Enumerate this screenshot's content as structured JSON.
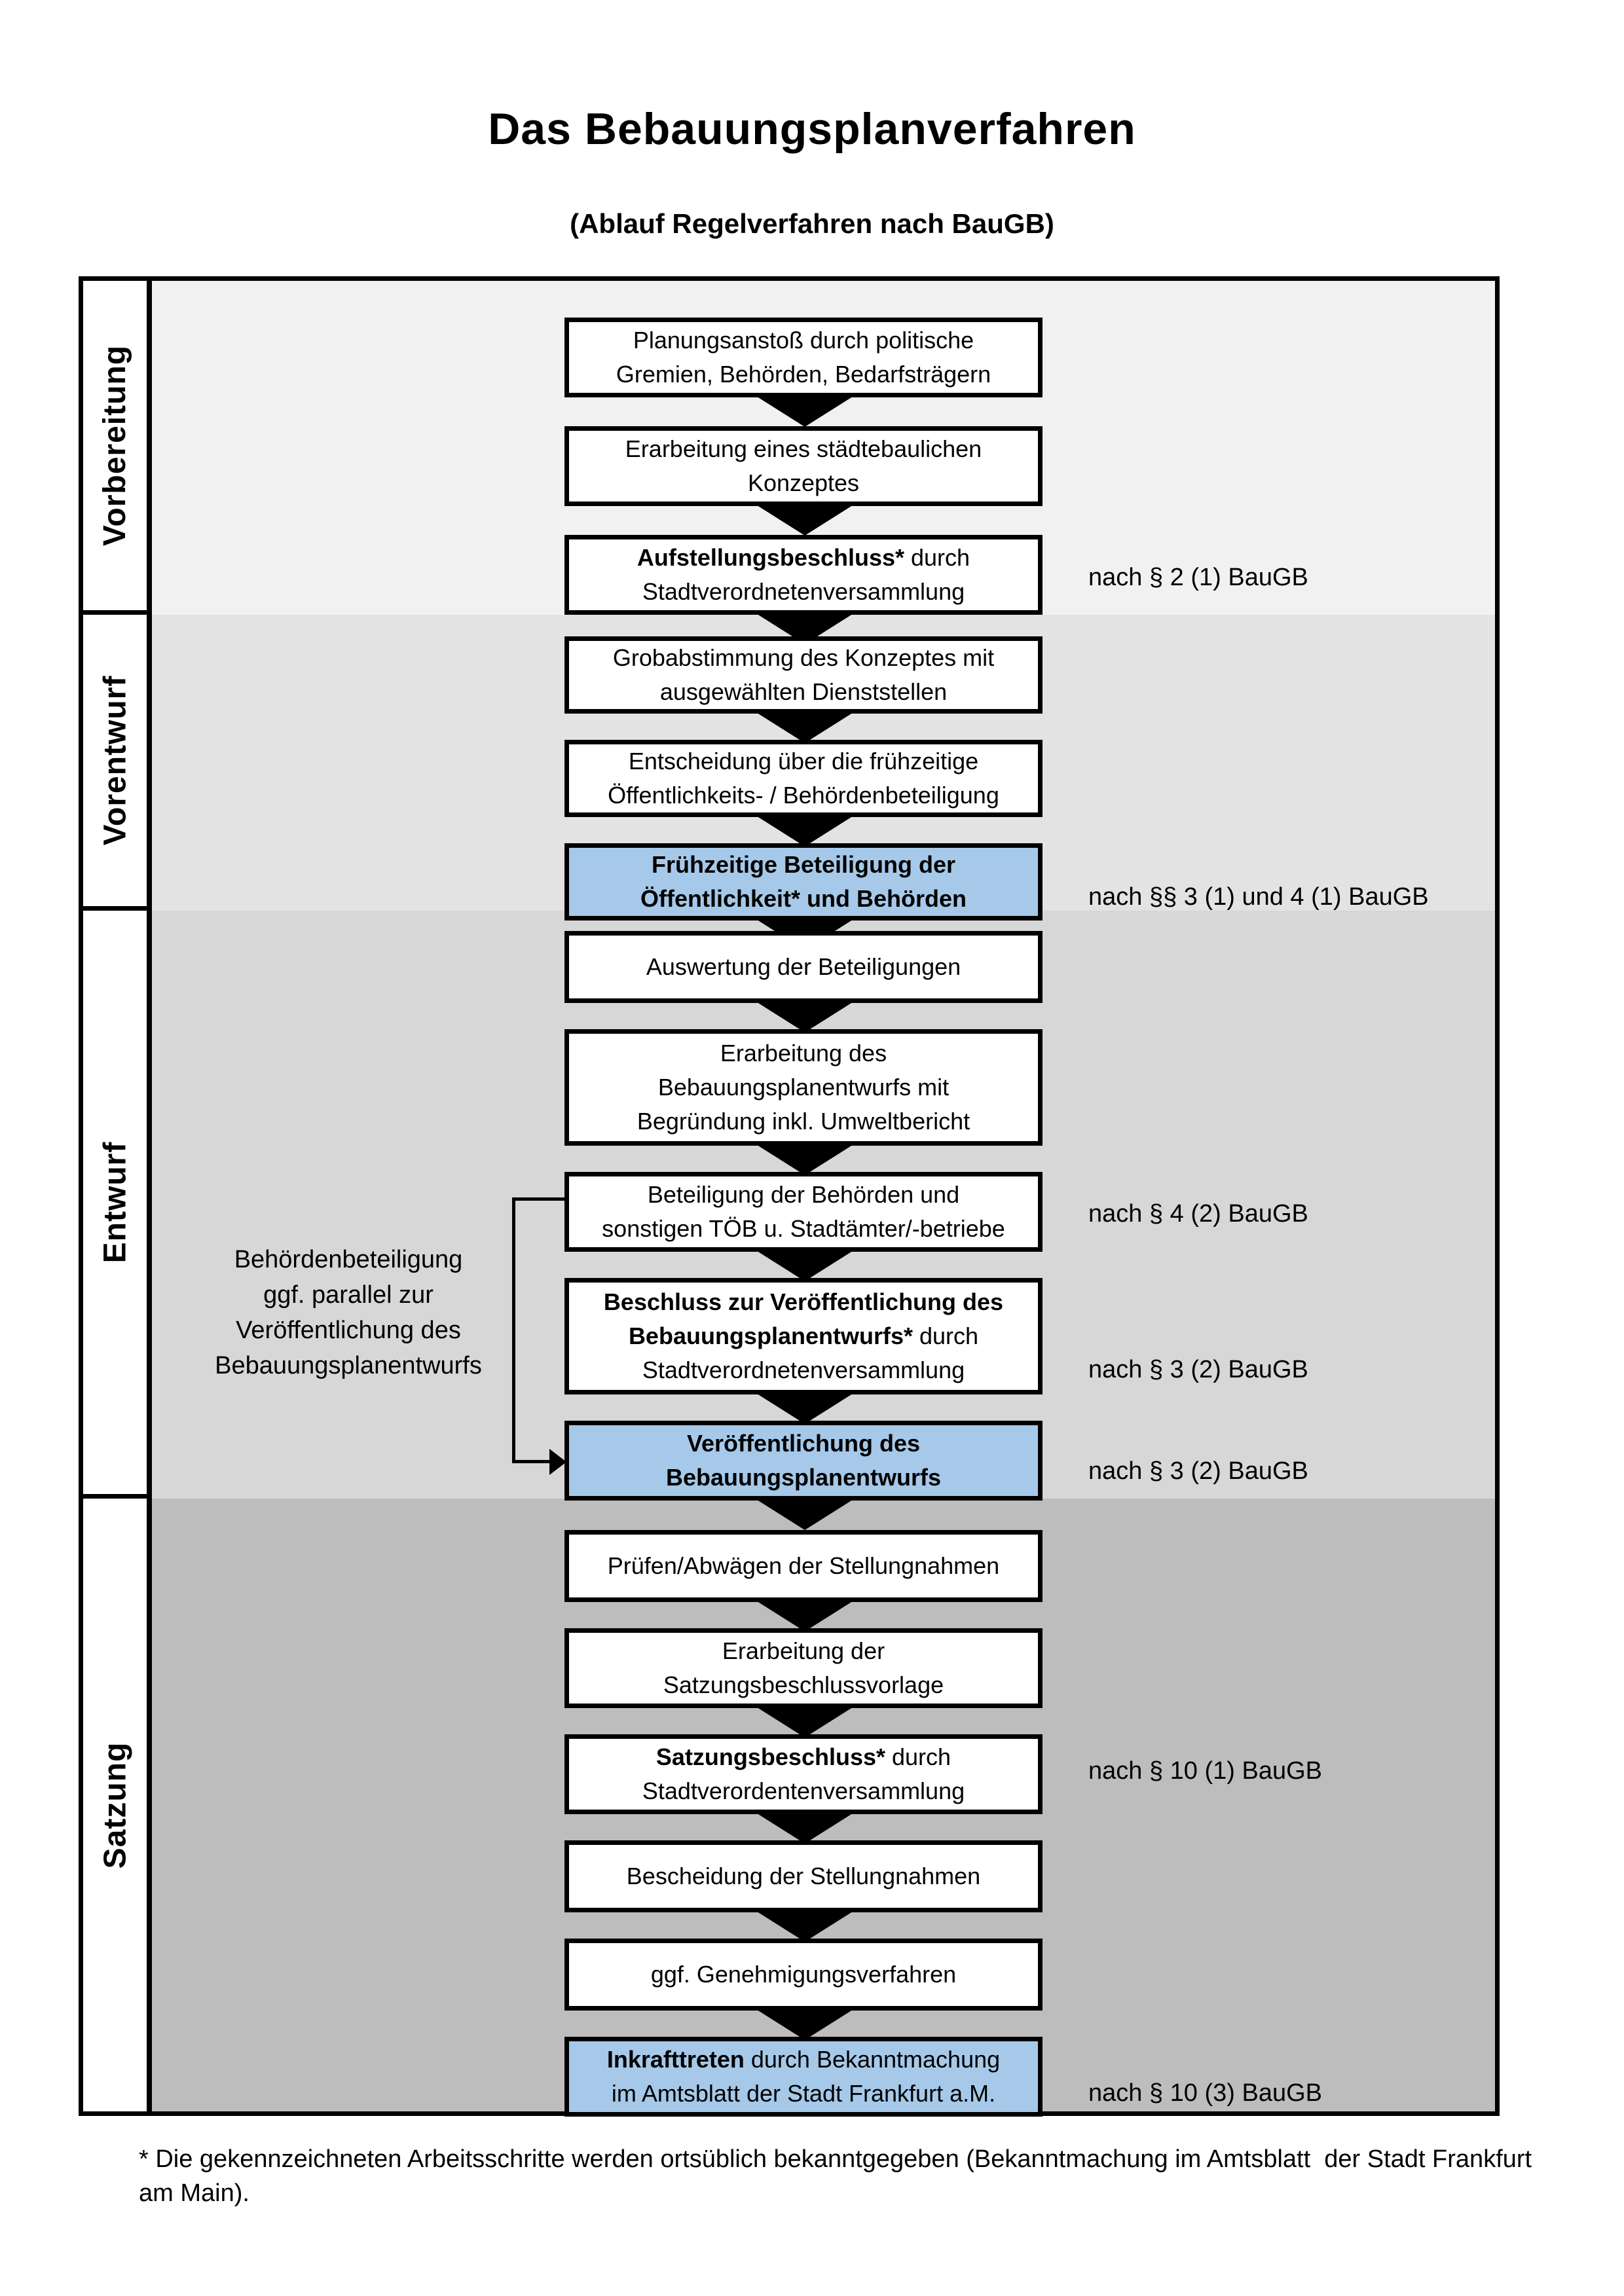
{
  "title": "Das Bebauungsplanverfahren",
  "subtitle": "(Ablauf Regelverfahren nach BauGB)",
  "phases": [
    {
      "label": "Vorbereitung"
    },
    {
      "label": "Vorentwurf"
    },
    {
      "label": "Entwurf"
    },
    {
      "label": "Satzung"
    }
  ],
  "steps": [
    {
      "highlight": false,
      "lines": [
        [
          {
            "t": "Planungsanstoß durch politische"
          }
        ],
        [
          {
            "t": "Gremien, Behörden, Bedarfsträgern"
          }
        ]
      ]
    },
    {
      "highlight": false,
      "lines": [
        [
          {
            "t": "Erarbeitung eines städtebaulichen"
          }
        ],
        [
          {
            "t": "Konzeptes"
          }
        ]
      ]
    },
    {
      "highlight": false,
      "lines": [
        [
          {
            "t": "Aufstellungsbeschluss*",
            "b": true
          },
          {
            "t": " durch"
          }
        ],
        [
          {
            "t": "Stadtverordnetenversammlung"
          }
        ]
      ]
    },
    {
      "highlight": false,
      "lines": [
        [
          {
            "t": "Grobabstimmung des Konzeptes mit"
          }
        ],
        [
          {
            "t": "ausgewählten Dienststellen"
          }
        ]
      ]
    },
    {
      "highlight": false,
      "lines": [
        [
          {
            "t": "Entscheidung über die frühzeitige"
          }
        ],
        [
          {
            "t": "Öffentlichkeits- / Behördenbeteiligung"
          }
        ]
      ]
    },
    {
      "highlight": true,
      "lines": [
        [
          {
            "t": "Frühzeitige Beteiligung der",
            "b": true
          }
        ],
        [
          {
            "t": "Öffentlichkeit* und Behörden",
            "b": true
          }
        ]
      ]
    },
    {
      "highlight": false,
      "lines": [
        [
          {
            "t": "Auswertung der Beteiligungen"
          }
        ]
      ]
    },
    {
      "highlight": false,
      "lines": [
        [
          {
            "t": "Erarbeitung des"
          }
        ],
        [
          {
            "t": "Bebauungsplanentwurfs mit"
          }
        ],
        [
          {
            "t": "Begründung inkl. Umweltbericht"
          }
        ]
      ]
    },
    {
      "highlight": false,
      "lines": [
        [
          {
            "t": "Beteiligung der Behörden und"
          }
        ],
        [
          {
            "t": "sonstigen TÖB u. Stadtämter/-betriebe"
          }
        ]
      ]
    },
    {
      "highlight": false,
      "lines": [
        [
          {
            "t": "Beschluss zur Veröffentlichung des",
            "b": true
          }
        ],
        [
          {
            "t": "Bebauungsplanentwurfs*",
            "b": true
          },
          {
            "t": " durch"
          }
        ],
        [
          {
            "t": "Stadtverordnetenversammlung"
          }
        ]
      ]
    },
    {
      "highlight": true,
      "lines": [
        [
          {
            "t": "Veröffentlichung des",
            "b": true
          }
        ],
        [
          {
            "t": "Bebauungsplanentwurfs",
            "b": true
          }
        ]
      ]
    },
    {
      "highlight": false,
      "lines": [
        [
          {
            "t": "Prüfen/Abwägen der Stellungnahmen"
          }
        ]
      ]
    },
    {
      "highlight": false,
      "lines": [
        [
          {
            "t": "Erarbeitung der"
          }
        ],
        [
          {
            "t": "Satzungsbeschlussvorlage"
          }
        ]
      ]
    },
    {
      "highlight": false,
      "lines": [
        [
          {
            "t": "Satzungsbeschluss*",
            "b": true
          },
          {
            "t": " durch"
          }
        ],
        [
          {
            "t": "Stadtverordentenversammlung"
          }
        ]
      ]
    },
    {
      "highlight": false,
      "lines": [
        [
          {
            "t": "Bescheidung der Stellungnahmen"
          }
        ]
      ]
    },
    {
      "highlight": false,
      "lines": [
        [
          {
            "t": "ggf. Genehmigungsverfahren"
          }
        ]
      ]
    },
    {
      "highlight": true,
      "lines": [
        [
          {
            "t": "Inkrafttreten",
            "b": true
          },
          {
            "t": " durch Bekanntmachung"
          }
        ],
        [
          {
            "t": "im Amtsblatt der Stadt Frankfurt a.M."
          }
        ]
      ]
    }
  ],
  "legal_refs": [
    "nach § 2 (1) BauGB",
    "nach §§ 3 (1) und 4 (1) BauGB",
    "nach § 4 (2) BauGB",
    "nach § 3 (2) BauGB",
    "nach § 3 (2) BauGB",
    "nach § 10 (1) BauGB",
    "nach § 10 (3) BauGB"
  ],
  "side_note": {
    "lines": [
      "Behördenbeteiligung",
      "ggf. parallel zur",
      "Veröffentlichung des",
      "Bebauungsplanentwurfs"
    ]
  },
  "footnote": "* Die gekennzeichneten Arbeitsschritte werden ortsüblich bekanntgegeben (Bekanntmachung im Amtsblatt  der Stadt Frankfurt am Main).",
  "colors": {
    "highlight_fill": "#a6c9e9",
    "band_vorbereitung": "#f1f1f1",
    "band_vorentwurf": "#e3e3e3",
    "band_entwurf": "#d7d7d7",
    "band_satzung": "#bdbdbd"
  }
}
